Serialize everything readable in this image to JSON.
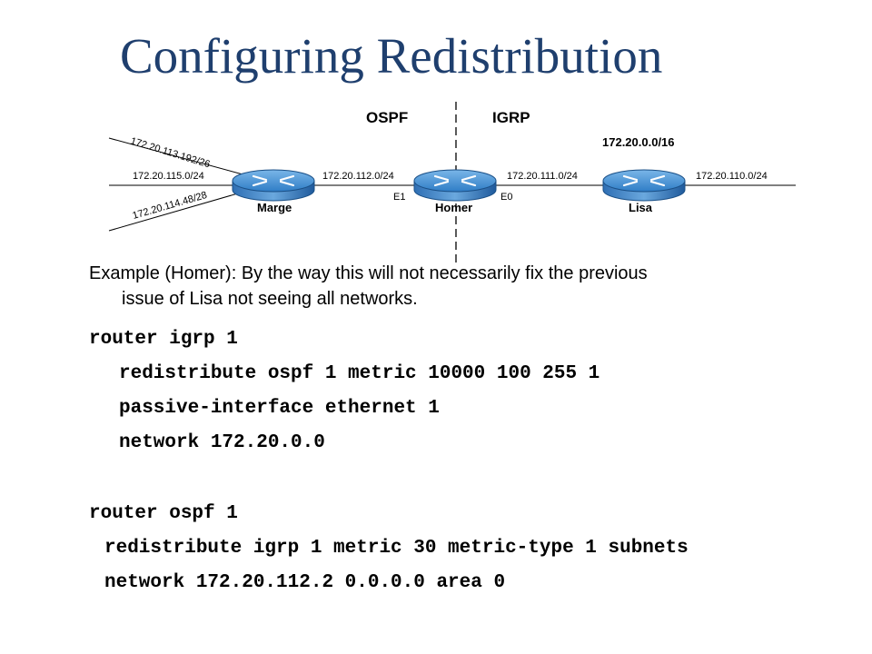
{
  "title": "Configuring Redistribution",
  "diagram": {
    "domains": {
      "left": "OSPF",
      "right": "IGRP"
    },
    "summary_label": "172.20.0.0/16",
    "routers": {
      "marge": "Marge",
      "homer": "Homer",
      "lisa": "Lisa"
    },
    "interfaces": {
      "e1": "E1",
      "e0": "E0"
    },
    "networks": {
      "n113": "172.20.113.192/26",
      "n115": "172.20.115.0/24",
      "n114": "172.20.114.48/28",
      "n112": "172.20.112.0/24",
      "n111": "172.20.111.0/24",
      "n110": "172.20.110.0/24"
    }
  },
  "intro": {
    "line1": "Example (Homer): By the way this will not necessarily fix the previous",
    "line2": "issue of Lisa not seeing all networks."
  },
  "code": {
    "igrp_header": "router igrp 1",
    "igrp_redistribute": "redistribute ospf 1 metric 10000 100 255 1",
    "igrp_passive": "passive-interface ethernet 1",
    "igrp_network": "network 172.20.0.0",
    "ospf_header": "router ospf 1",
    "ospf_redistribute": "redistribute igrp 1 metric 30 metric-type 1 subnets",
    "ospf_network": "network 172.20.112.2 0.0.0.0 area 0"
  }
}
